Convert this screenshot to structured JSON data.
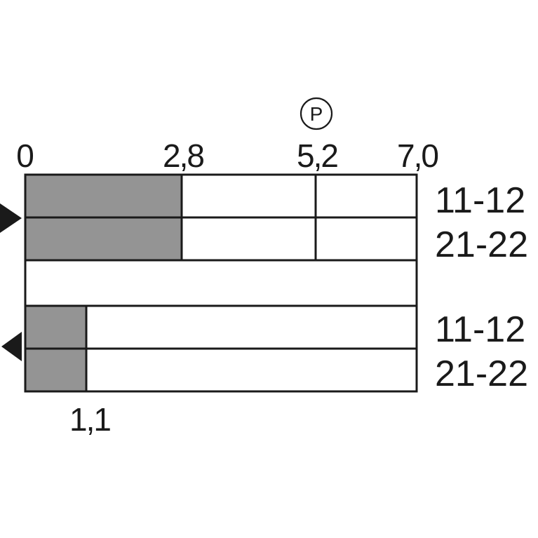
{
  "marker": {
    "letter": "P"
  },
  "axis_labels": {
    "v0": "0",
    "v28": "2,8",
    "v52": "5,2",
    "v70": "7,0",
    "v11": "1,1"
  },
  "upper_block": {
    "contact_top": "11-12",
    "contact_bottom": "21-22"
  },
  "lower_block": {
    "contact_top": "11-12",
    "contact_bottom": "21-22"
  },
  "colors": {
    "stroke": "#1a1a1a",
    "fill": "#949494",
    "background": "#ffffff"
  }
}
